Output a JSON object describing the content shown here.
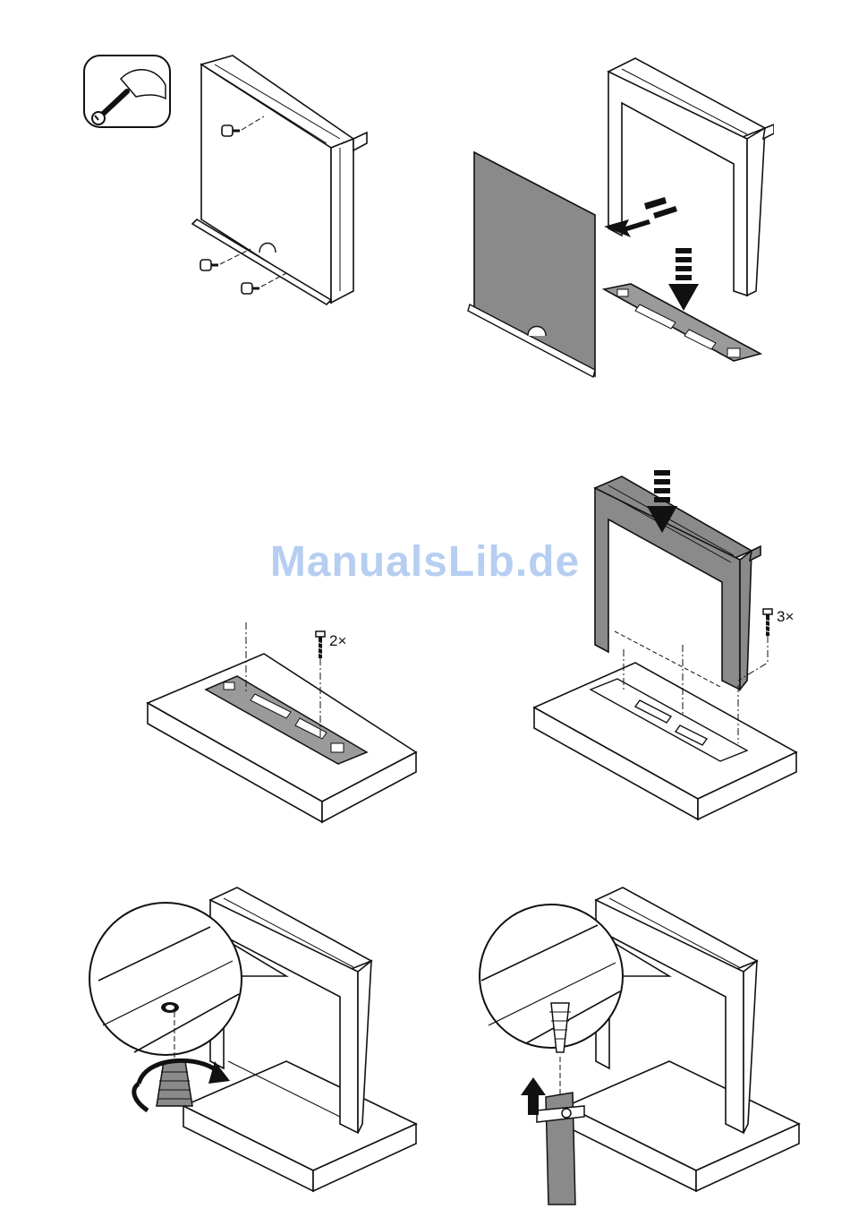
{
  "watermark": "ManualsLib.de",
  "steps": {
    "step3": {
      "screw_count": "2×"
    },
    "step4": {
      "screw_count": "3×"
    }
  },
  "icons": {
    "tool": "wrench-hand-icon",
    "screw": "screw-icon",
    "arrow_down": "arrow-down-icon",
    "arrow_left": "arrow-left-icon",
    "arrow_rotate": "rotate-arrow-icon",
    "arrow_up": "arrow-up-icon"
  },
  "colors": {
    "line": "#111111",
    "panel_fill": "#8a8a8a",
    "part_fill": "#9a9a9a",
    "watermark": "#78a5e6"
  }
}
